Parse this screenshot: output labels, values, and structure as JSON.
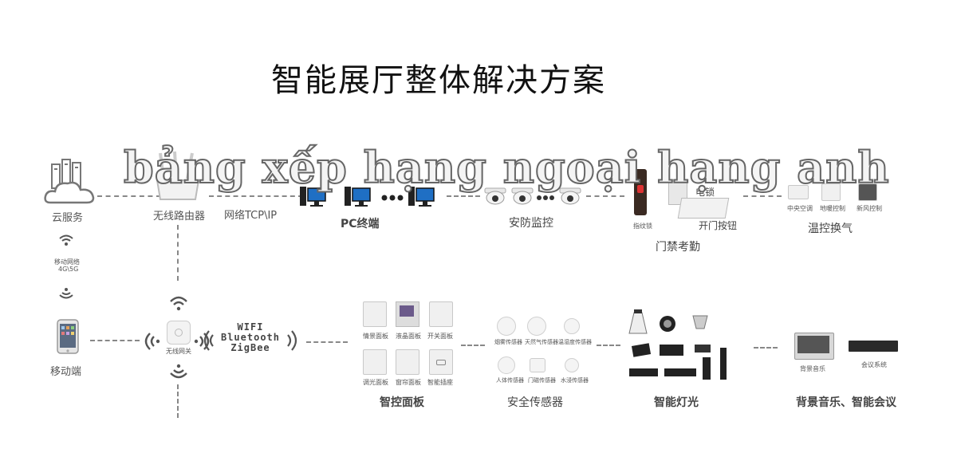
{
  "title": "智能展厅整体解决方案",
  "watermark": "bảng xếp hạng ngoại hạng anh",
  "left": {
    "cloud_label": "云服务",
    "router_label": "无线路由器",
    "network_label": "网络TCP\\IP",
    "mobile_network_line1": "移动网络",
    "mobile_network_line2": "4G\\5G",
    "mobile_label": "移动端",
    "gateway_label": "无线网关",
    "protocols": [
      "WIFI",
      "Bluetooth",
      "ZigBee"
    ]
  },
  "top_row": {
    "pc_label": "PC终端",
    "security_label": "安防监控",
    "access": {
      "label": "门禁考勤",
      "fingerprint_lock": "指纹锁",
      "door_button": "开门按钮",
      "electric_lock": "电锁"
    },
    "hvac": {
      "label": "温控换气",
      "items": [
        "中央空调",
        "地暖控制",
        "新风控制"
      ]
    }
  },
  "bottom_row": {
    "panels": {
      "label": "智控面板",
      "items": [
        "情景面板",
        "液晶面板",
        "开关面板",
        "调光面板",
        "窗帘面板",
        "智能插座"
      ]
    },
    "sensors": {
      "label": "安全传感器",
      "items": [
        "烟雾传感器",
        "天然气传感器",
        "温湿度传感器",
        "人体传感器",
        "门磁传感器",
        "水浸传感器"
      ]
    },
    "lighting_label": "智能灯光",
    "av": {
      "label": "背景音乐、智能会议",
      "items": [
        "背景音乐",
        "会议系统"
      ]
    }
  },
  "colors": {
    "line": "#888888",
    "monitor": "#1f6fc4",
    "text": "#444444"
  }
}
